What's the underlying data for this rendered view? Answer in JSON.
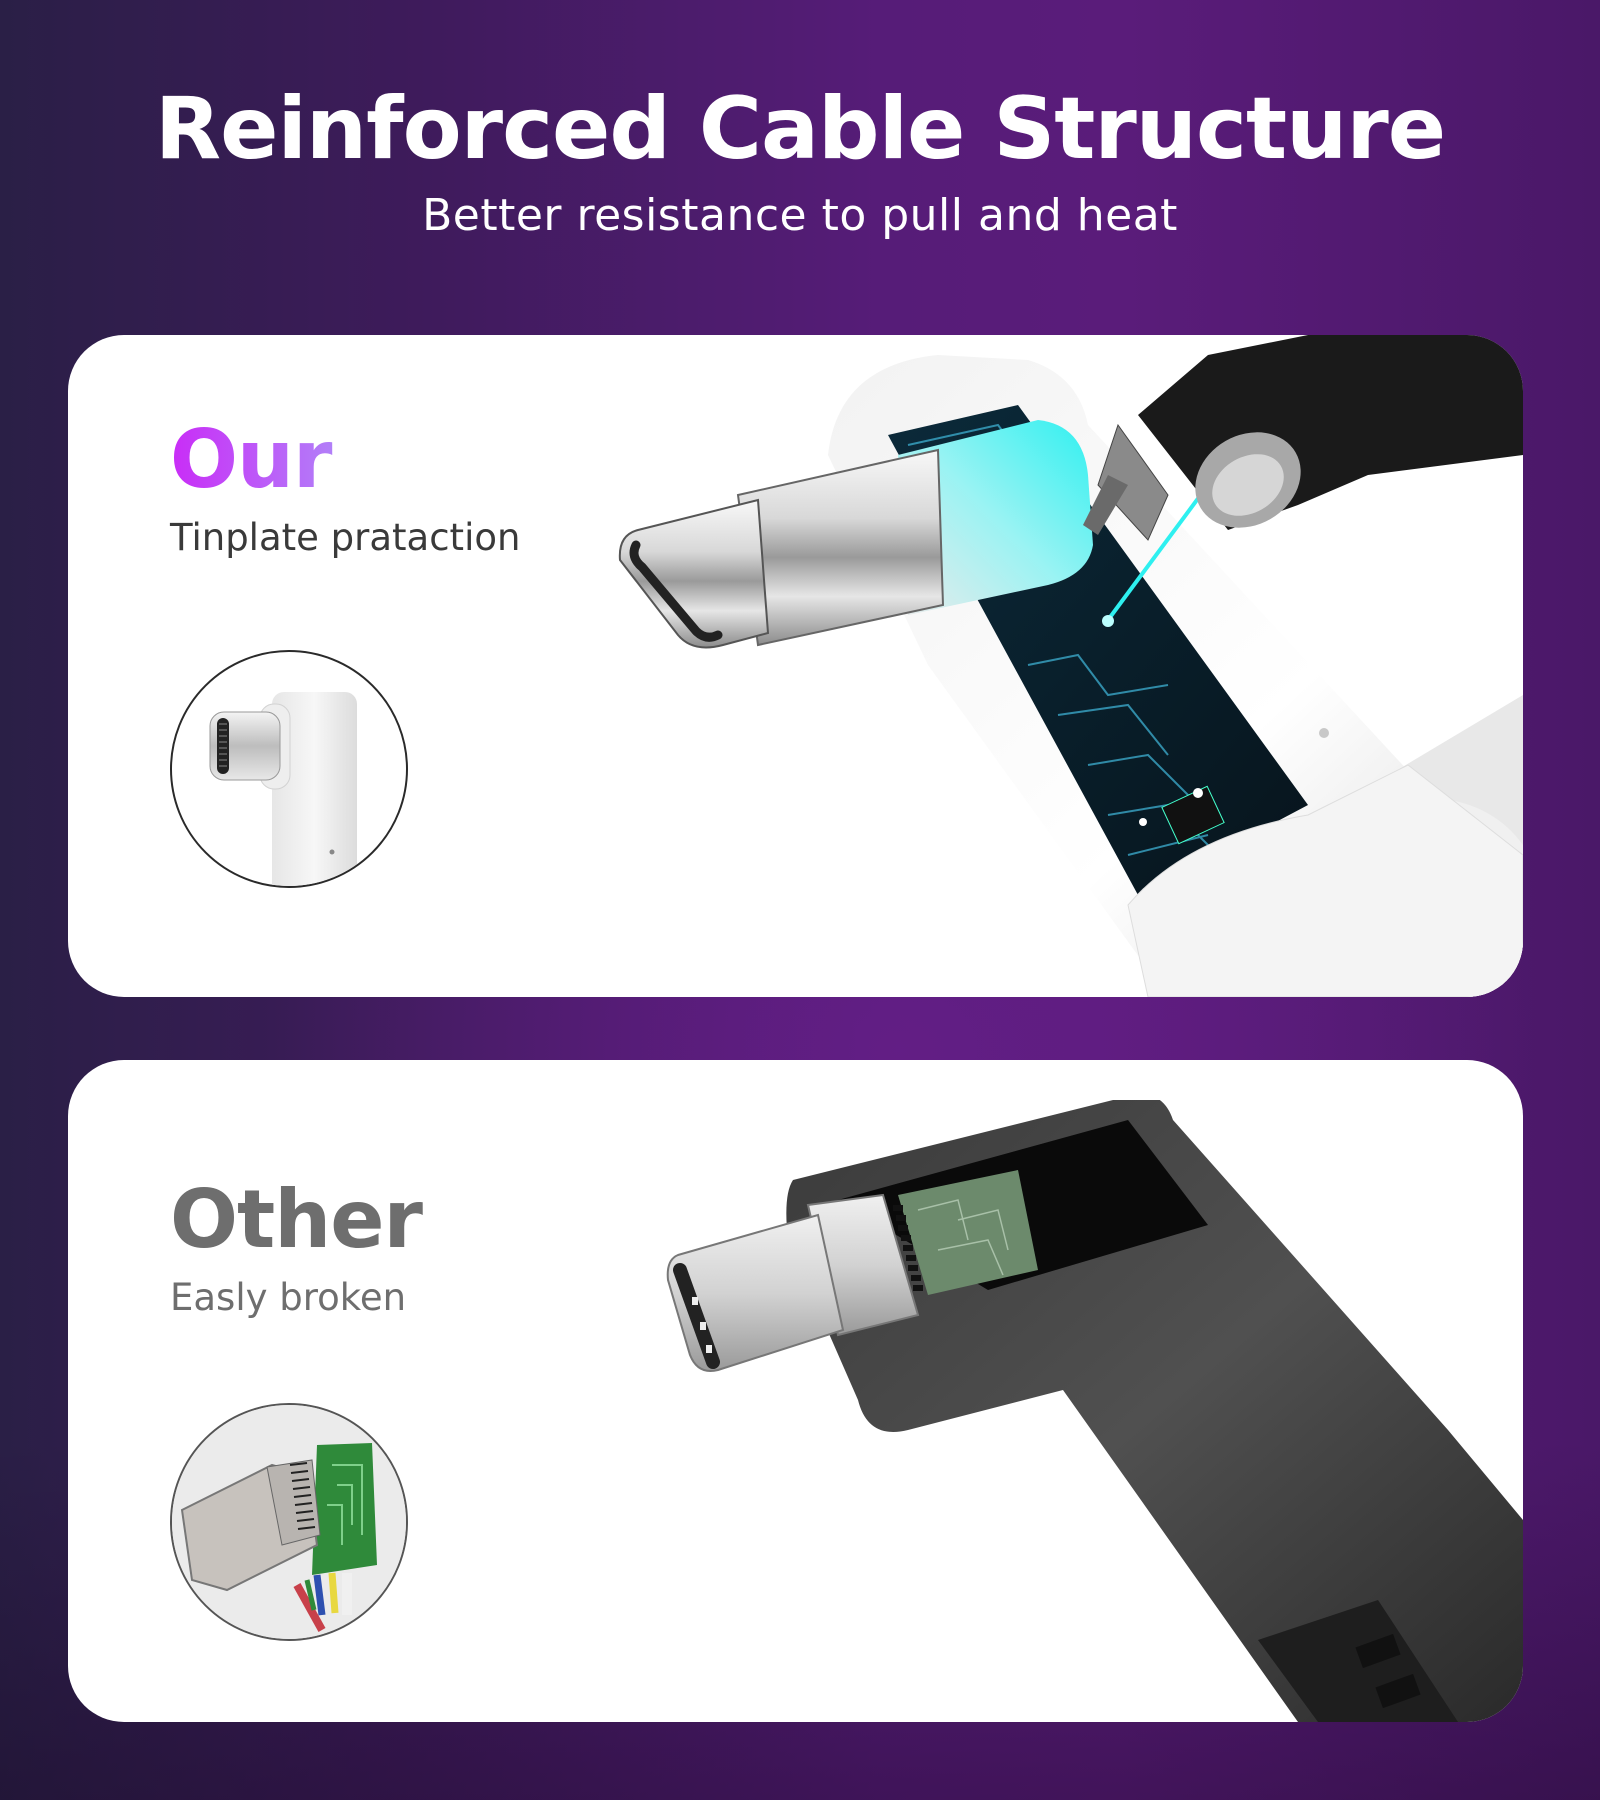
{
  "header": {
    "title": "Reinforced Cable Structure",
    "subtitle": "Better resistance to pull and heat"
  },
  "comparison": [
    {
      "heading": "Our",
      "description": "Tinplate prataction",
      "heading_gradient": [
        "#c92cf7",
        "#58d8fe"
      ],
      "thumbnail_icon": "white-right-angle-usb-c-connector",
      "product_image_icon": "usb-c-connector-with-circuit-board-and-laser-welder"
    },
    {
      "heading": "Other",
      "description": "Easly broken",
      "heading_color": "#6e6e6e",
      "thumbnail_icon": "broken-usb-c-connector-with-exposed-wires",
      "product_image_icon": "black-right-angle-usb-c-connector-cutaway"
    }
  ],
  "colors": {
    "background_left": "#2a1f46",
    "background_center": "#5a1c7a",
    "card": "#ffffff",
    "accent_cyan": "#2ee6e6"
  }
}
